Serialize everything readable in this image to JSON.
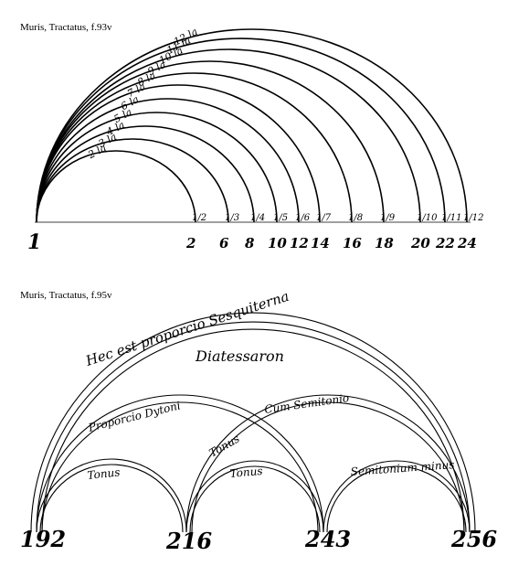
{
  "captions": {
    "top": "Muris, Tractatus, f.93v",
    "bottom": "Muris, Tractatus, f.95v"
  },
  "top_diagram": {
    "origin_label": "1",
    "arcs": [
      {
        "ratio": "1/2",
        "arc_label": "2 la",
        "end_number": "2"
      },
      {
        "ratio": "1/3",
        "arc_label": "3 la",
        "end_number": "6"
      },
      {
        "ratio": "1/4",
        "arc_label": "4 la",
        "end_number": "8"
      },
      {
        "ratio": "1/5",
        "arc_label": "5 la",
        "end_number": "10"
      },
      {
        "ratio": "1/6",
        "arc_label": "6 la",
        "end_number": "12"
      },
      {
        "ratio": "1/7",
        "arc_label": "7 la",
        "end_number": "14"
      },
      {
        "ratio": "1/8",
        "arc_label": "8 la",
        "end_number": "16"
      },
      {
        "ratio": "1/9",
        "arc_label": "9 la",
        "end_number": "18"
      },
      {
        "ratio": "1/10",
        "arc_label": "10 la",
        "end_number": "20"
      },
      {
        "ratio": "1/11",
        "arc_label": "11 la",
        "end_number": "22"
      },
      {
        "ratio": "1/12",
        "arc_label": "12 la",
        "end_number": "24"
      }
    ]
  },
  "bottom_diagram": {
    "numbers": [
      "192",
      "216",
      "243",
      "256"
    ],
    "labels": {
      "sesquiterna": "Hec est proporcio Sesquiterna",
      "diatessaron": "Diatessaron",
      "ditoni": "Proporcio Dytoni",
      "semitonium": "Cum Semitonio",
      "tonus1": "Tonus",
      "tonus2": "Tonus",
      "tonus3": "Tonus",
      "semitonium_minus": "Semitonium minus"
    }
  }
}
